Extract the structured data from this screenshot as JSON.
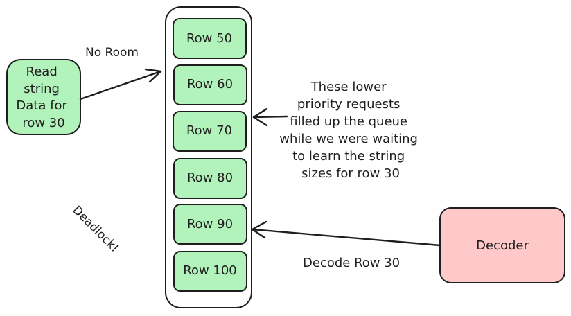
{
  "colors": {
    "green_fill": "#b2f2bb",
    "red_fill": "#ffc9c9",
    "stroke": "#1e1e1e"
  },
  "left_box": {
    "lines": [
      "Read",
      "string",
      "Data for",
      "row 30"
    ]
  },
  "no_room_label": "No Room",
  "queue": {
    "rows": [
      "Row 50",
      "Row 60",
      "Row 70",
      "Row 80",
      "Row 90",
      "Row 100"
    ]
  },
  "note": {
    "lines": [
      "These lower",
      "priority requests",
      "filled up the queue",
      "while we were waiting",
      "to learn the string",
      "sizes for row 30"
    ]
  },
  "decoder": {
    "label": "Decoder"
  },
  "decode_label": "Decode Row 30",
  "deadlock_label": "Deadlock!"
}
